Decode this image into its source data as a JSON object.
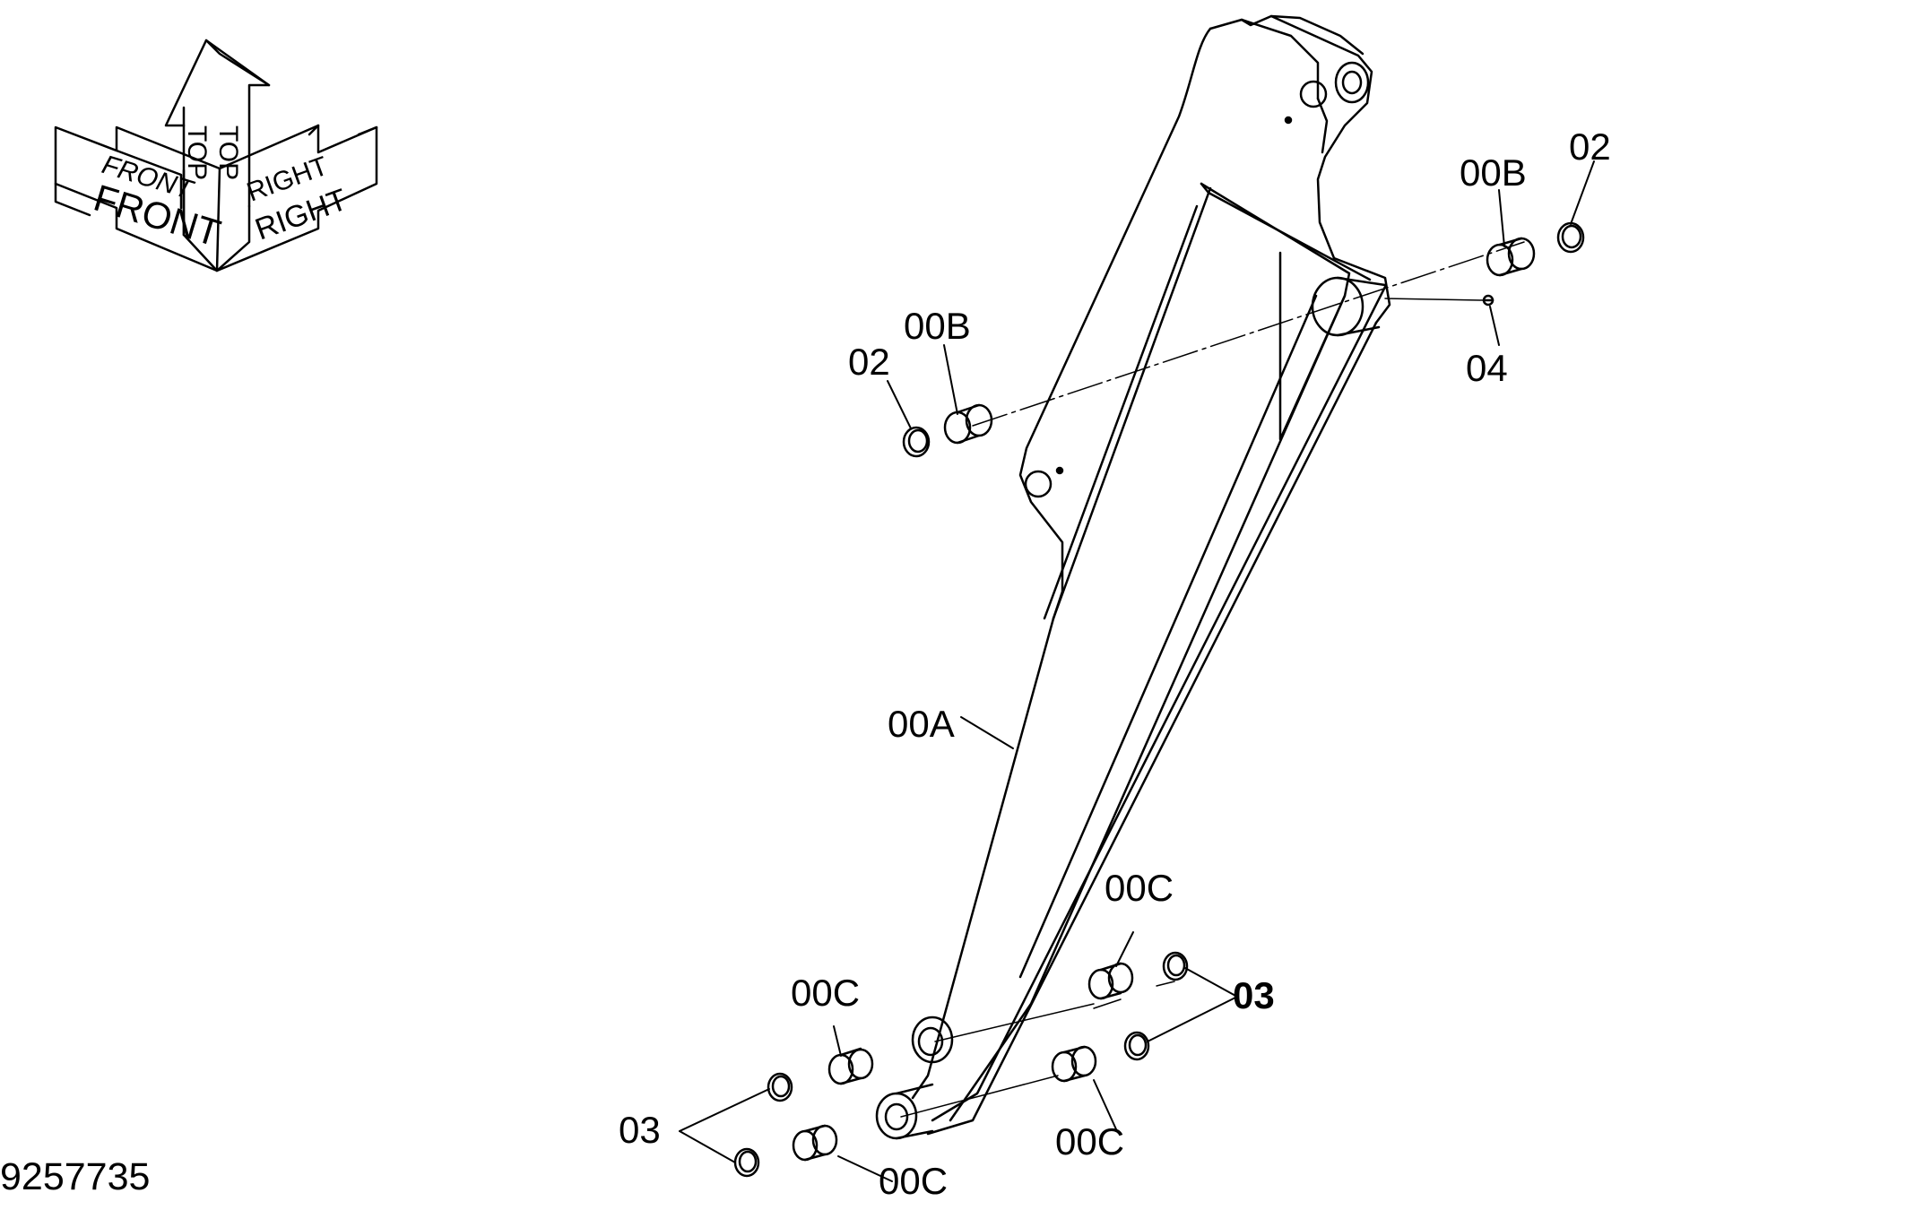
{
  "orientation": {
    "front": "FRONT",
    "top": "TOP",
    "right": "RIGHT"
  },
  "callouts": {
    "arm": "00A",
    "bushing_top_left": "00B",
    "bushing_top_right": "00B",
    "ring_top_left": "02",
    "ring_top_right": "02",
    "fitting": "04",
    "bushing_upper_left": "00C",
    "bushing_upper_right": "00C",
    "bushing_lower_right": "00C",
    "bushing_lower_left": "00C",
    "ring_group_left": "03",
    "ring_group_right": "03"
  },
  "document_number": "9257735",
  "colors": {
    "ink": "#000000",
    "paper": "#ffffff"
  }
}
